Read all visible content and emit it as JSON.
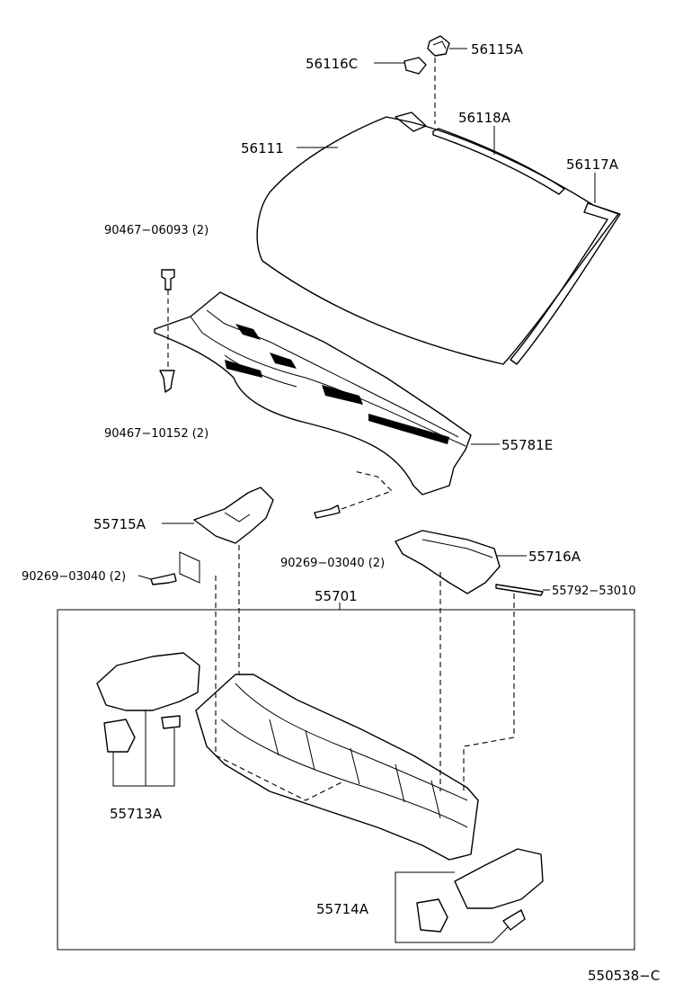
{
  "labels": {
    "p56115A": "56115A",
    "p56116C": "56116C",
    "p56118A": "56118A",
    "p56111": "56111",
    "p56117A": "56117A",
    "p90467_06093": "90467−06093 (2)",
    "p90467_10152": "90467−10152 (2)",
    "p55781E": "55781E",
    "p55715A": "55715A",
    "p90269_03040_mid": "90269−03040 (2)",
    "p90269_03040_left": "90269−03040 (2)",
    "p55716A": "55716A",
    "p55792_53010": "55792−53010",
    "p55701": "55701",
    "p55713A": "55713A",
    "p55714A": "55714A",
    "diagram_id": "550538−C"
  }
}
